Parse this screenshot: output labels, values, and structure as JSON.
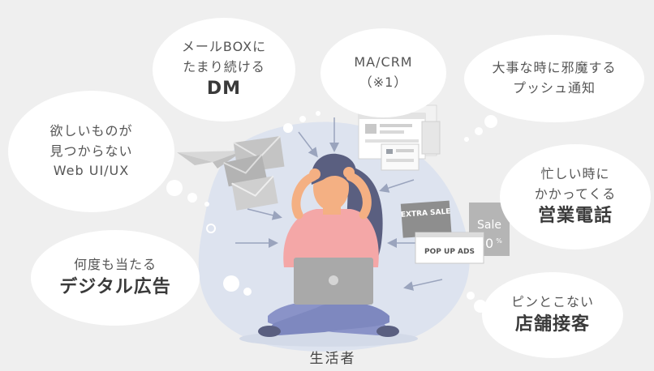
{
  "bubbles": {
    "dm": {
      "line1": "メールBOXに",
      "line2": "たまり続ける",
      "emphasis": "DM"
    },
    "ma": {
      "line1": "MA/CRM",
      "line2": "（※1）"
    },
    "push": {
      "line1": "大事な時に邪魔する",
      "line2": "プッシュ通知"
    },
    "web": {
      "line1": "欲しいものが",
      "line2": "見つからない",
      "line3": "Web UI/UX"
    },
    "phone": {
      "line1": "忙しい時に",
      "line2": "かかってくる",
      "emphasis": "営業電話"
    },
    "ads": {
      "line1": "何度も当たる",
      "emphasis": "デジタル広告"
    },
    "store": {
      "line1": "ピンとこない",
      "emphasis": "店舗接客"
    }
  },
  "ad_cards": {
    "extra_sale": "EXTRA SALE",
    "popup": "POP UP ADS",
    "sale": "Sale",
    "percent": "50",
    "percent_suffix": "%"
  },
  "consumer_label": "生活者",
  "colors": {
    "background": "#efefef",
    "bubble": "#ffffff",
    "blob": "#dde3ef",
    "skin": "#f4b083",
    "shirt": "#f4a7a7",
    "hair": "#5a5f80",
    "pants": "#8a93c8",
    "laptop": "#a9a9a9",
    "arrow": "#9aa4bd",
    "text": "#555555"
  }
}
